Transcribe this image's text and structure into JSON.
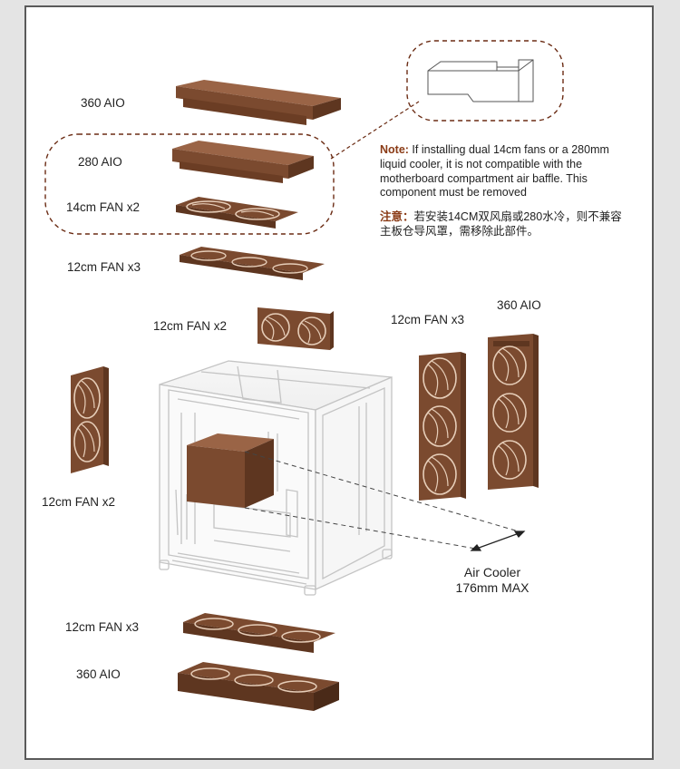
{
  "labels": {
    "aio360_top": "360 AIO",
    "aio280": "280 AIO",
    "fan14_x2": "14cm FAN x2",
    "fan12_x3_top": "12cm FAN x3",
    "fan12_x2_top": "12cm FAN x2",
    "fan12_x3_side": "12cm FAN x3",
    "aio360_side": "360 AIO",
    "fan12_x2_front": "12cm FAN x2",
    "fan12_x3_bottom": "12cm FAN x3",
    "aio360_bottom": "360 AIO"
  },
  "note": {
    "en_key": "Note:",
    "en_text": " If installing dual 14cm fans or a 280mm liquid cooler, it is not compatible with the motherboard compartment air baffle. This component must be removed",
    "zh_key": "注意：",
    "zh_text": "若安装14CM双风扇或280水冷，则不兼容主板仓导风罩，需移除此部件。"
  },
  "air_cooler": {
    "line1": "Air Cooler",
    "line2": "176mm MAX"
  },
  "colors": {
    "component": "#7b4a2f",
    "component_dark": "#5e3620",
    "fan_blade": "#e6cdb8",
    "outline": "#6b2c14",
    "case_line": "#c8c8c8",
    "frame": "#5a5a5a"
  }
}
